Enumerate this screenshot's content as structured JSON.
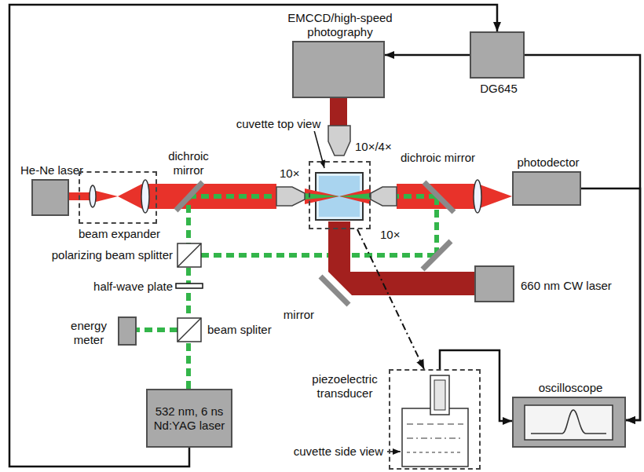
{
  "diagram": {
    "nodes": [
      {
        "text": [
          "EMCCD/high-speed photography"
        ]
      },
      {
        "text": [
          "DG645"
        ]
      },
      {
        "text": [
          "He-Ne laser"
        ]
      },
      {
        "text": [
          "photodector"
        ]
      },
      {
        "text": [
          "660 nm CW laser"
        ]
      },
      {
        "text": [
          "energy meter"
        ]
      },
      {
        "text": [
          "532 nm, 6 ns Nd:YAG laser"
        ]
      },
      {
        "text": [
          "oscilloscope"
        ]
      },
      {
        "text": [
          "beam expander"
        ]
      },
      {
        "text": [
          "cuvette top view"
        ]
      },
      {
        "text": [
          "piezoelectric transducer"
        ]
      }
    ],
    "edges": [
      {
        "from": 6,
        "to": 1,
        "arrow": "to"
      },
      {
        "from": 1,
        "to": 0,
        "arrow": "to"
      },
      {
        "from": 1,
        "to": 7,
        "arrow": "to"
      },
      {
        "from": 3,
        "to": 7,
        "arrow": "to"
      },
      {
        "from": 9,
        "to": 10,
        "arrow": "to"
      },
      {
        "from": 10,
        "to": 7,
        "arrow": "to"
      }
    ],
    "labels": [
      "dichroic mirror",
      "10×",
      "10×/4×",
      "dichroic mirror",
      "10×",
      "polarizing beam splitter",
      "half-wave plate",
      "beam spliter",
      "mirror",
      "cuvette side view"
    ]
  }
}
